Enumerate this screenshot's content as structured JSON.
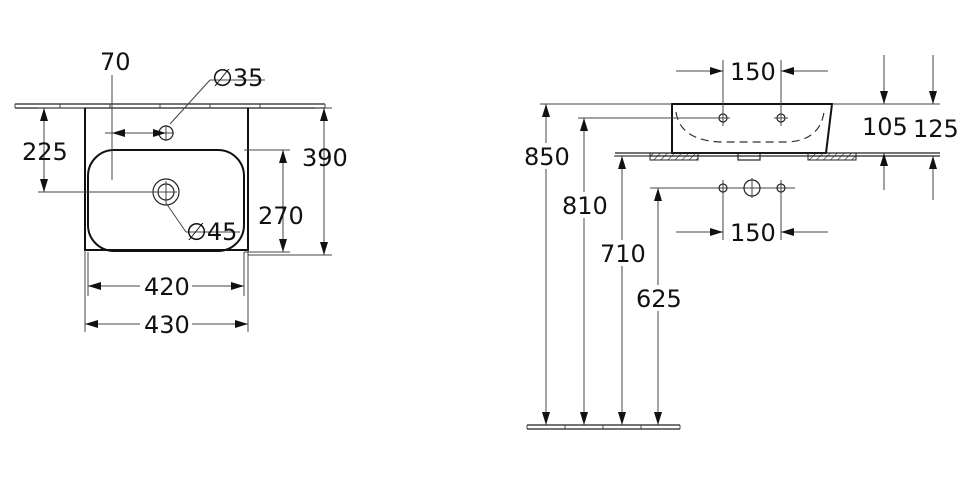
{
  "top_view": {
    "dim_70": "70",
    "dim_dia35": "∅35",
    "dim_225": "225",
    "dim_390": "390",
    "dim_270": "270",
    "dim_dia45": "∅45",
    "dim_420": "420",
    "dim_430": "430"
  },
  "side_view": {
    "dim_150_top": "150",
    "dim_105": "105",
    "dim_125": "125",
    "dim_850": "850",
    "dim_810": "810",
    "dim_710": "710",
    "dim_625": "625",
    "dim_150_bottom": "150"
  }
}
